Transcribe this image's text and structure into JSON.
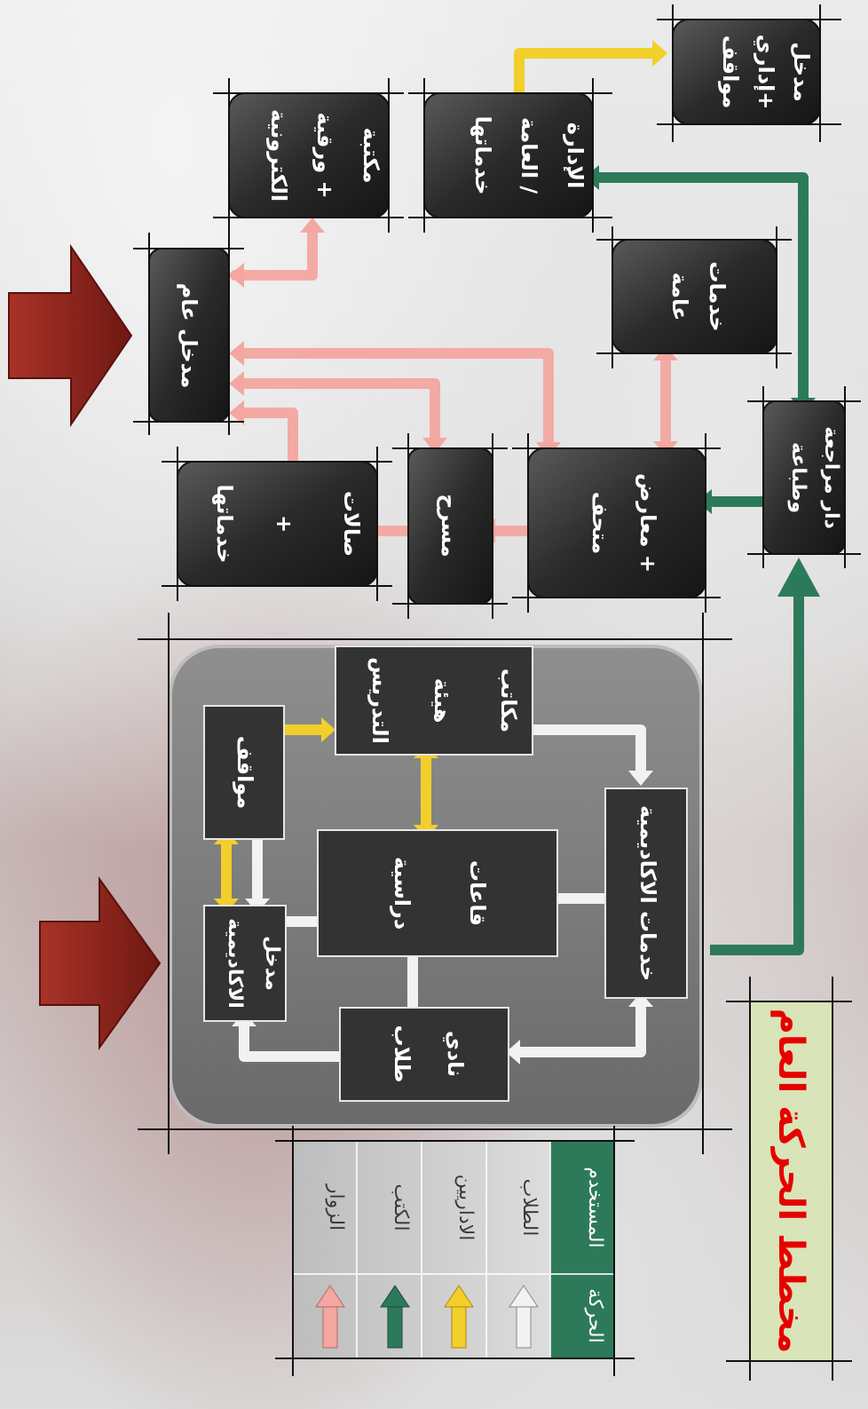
{
  "title": "مخطط الحركة العام",
  "nodes": {
    "admin_entrance": [
      "مدخل",
      "إداري+",
      "مواقف"
    ],
    "library": [
      "مكتبة",
      "ورقية +",
      "الكترونية"
    ],
    "administration": [
      "الإدارة",
      "العامة /",
      "خدماتها"
    ],
    "main_entrance": [
      "مدخل عام"
    ],
    "public_services": [
      "خدمات",
      "عامة"
    ],
    "printing_house": [
      "دار مراجعة",
      "وطباعة"
    ],
    "halls_services": [
      "صالات",
      "+",
      "خدماتها"
    ],
    "theater": [
      "مسرح"
    ],
    "exhibitions_museum": [
      "معارض +",
      "متحف"
    ],
    "faculty_offices": [
      "مكاتب",
      "هيئة",
      "التدريس"
    ],
    "parking": [
      "مواقف"
    ],
    "lecture_halls": [
      "قاعات",
      "دراسية"
    ],
    "academic_services": [
      "خدمات الاكاديمية"
    ],
    "academic_entrance": [
      "مدخل",
      "الاكاديمية"
    ],
    "student_club": [
      "نادي",
      "طلاب"
    ]
  },
  "legend": {
    "header_user": "المستخدم",
    "header_movement": "الحركة",
    "rows": [
      {
        "label": "الطلاب",
        "color": "#f2f2f2"
      },
      {
        "label": "الاداريين",
        "color": "#f2cf2a"
      },
      {
        "label": "الكتب",
        "color": "#2d7a5a"
      },
      {
        "label": "الزوار",
        "color": "#f3a7a0"
      }
    ]
  },
  "colors": {
    "visitors": "#f3a7a0",
    "staff": "#f2cf2a",
    "books": "#2d7a5a",
    "students": "#f2f2f2",
    "entry_arrow": "#8b231c",
    "box": "#2f2f2f",
    "legend_header": "#2d7a5a",
    "title_bg": "#d9e4b8"
  }
}
